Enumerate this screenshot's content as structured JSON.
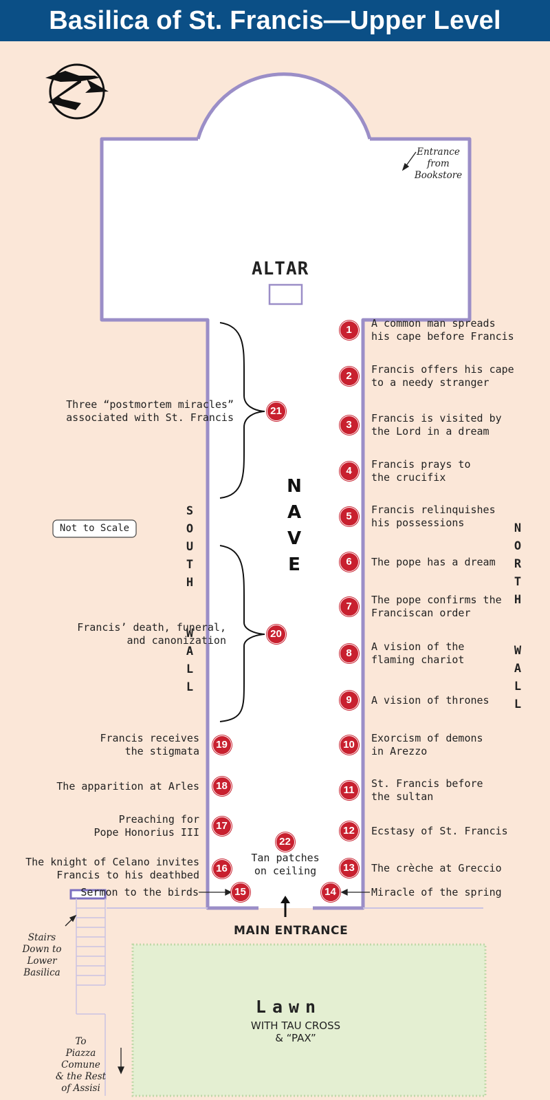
{
  "title": "Basilica of St. Francis—Upper Level",
  "compass_icon": "north-arrow-icon",
  "altar_label": "ALTAR",
  "nave_label": "NAVE",
  "south_wall_label": "SOUTH WALL",
  "north_wall_label": "NORTH WALL",
  "not_to_scale": "Not to Scale",
  "bookstore_entrance": [
    "Entrance",
    "from",
    "Bookstore"
  ],
  "main_entrance": "MAIN ENTRANCE",
  "stairs_label": [
    "Stairs",
    "Down to",
    "Lower",
    "Basilica"
  ],
  "piazza_label": [
    "To",
    "Piazza",
    "Comune",
    "& the Rest",
    "of Assisi"
  ],
  "lawn": {
    "title": "Lawn",
    "line1": "WITH TAU CROSS",
    "line2": "& “PAX”"
  },
  "colors": {
    "header": "#0b4f86",
    "background": "#fbe7d8",
    "walls": "#9b8ec7",
    "badge": "#c8202f",
    "lawn": "#e4efd2",
    "lawn_border": "#bfd8a8"
  },
  "frescoes": [
    {
      "num": "1",
      "lines": [
        "A common man spreads",
        "his cape before Francis"
      ]
    },
    {
      "num": "2",
      "lines": [
        "Francis offers his cape",
        "to a needy stranger"
      ]
    },
    {
      "num": "3",
      "lines": [
        "Francis is visited by",
        "the Lord in a dream"
      ]
    },
    {
      "num": "4",
      "lines": [
        "Francis prays to",
        "the crucifix"
      ]
    },
    {
      "num": "5",
      "lines": [
        "Francis relinquishes",
        "his possessions"
      ]
    },
    {
      "num": "6",
      "lines": [
        "The pope has a dream"
      ]
    },
    {
      "num": "7",
      "lines": [
        "The pope confirms the",
        "Franciscan order"
      ]
    },
    {
      "num": "8",
      "lines": [
        "A vision of the",
        "flaming chariot"
      ]
    },
    {
      "num": "9",
      "lines": [
        "A vision of thrones"
      ]
    },
    {
      "num": "10",
      "lines": [
        "Exorcism of demons",
        "in Arezzo"
      ]
    },
    {
      "num": "11",
      "lines": [
        "St. Francis before",
        "the sultan"
      ]
    },
    {
      "num": "12",
      "lines": [
        "Ecstasy of St. Francis"
      ]
    },
    {
      "num": "13",
      "lines": [
        "The crèche at Greccio"
      ]
    },
    {
      "num": "14",
      "lines": [
        "Miracle of the spring"
      ]
    },
    {
      "num": "15",
      "lines": [
        "Sermon to the birds"
      ]
    },
    {
      "num": "16",
      "lines": [
        "The knight of Celano invites",
        "Francis to his deathbed"
      ]
    },
    {
      "num": "17",
      "lines": [
        "Preaching for",
        "Pope Honorius III"
      ]
    },
    {
      "num": "18",
      "lines": [
        "The apparition at Arles"
      ]
    },
    {
      "num": "19",
      "lines": [
        "Francis receives",
        "the stigmata"
      ]
    },
    {
      "num": "20",
      "lines": [
        "Francis’ death, funeral,",
        "and canonization"
      ]
    },
    {
      "num": "21",
      "lines": [
        "Three “postmortem miracles”",
        "associated with St. Francis"
      ]
    },
    {
      "num": "22",
      "lines": [
        "Tan patches",
        "on ceiling"
      ]
    }
  ]
}
